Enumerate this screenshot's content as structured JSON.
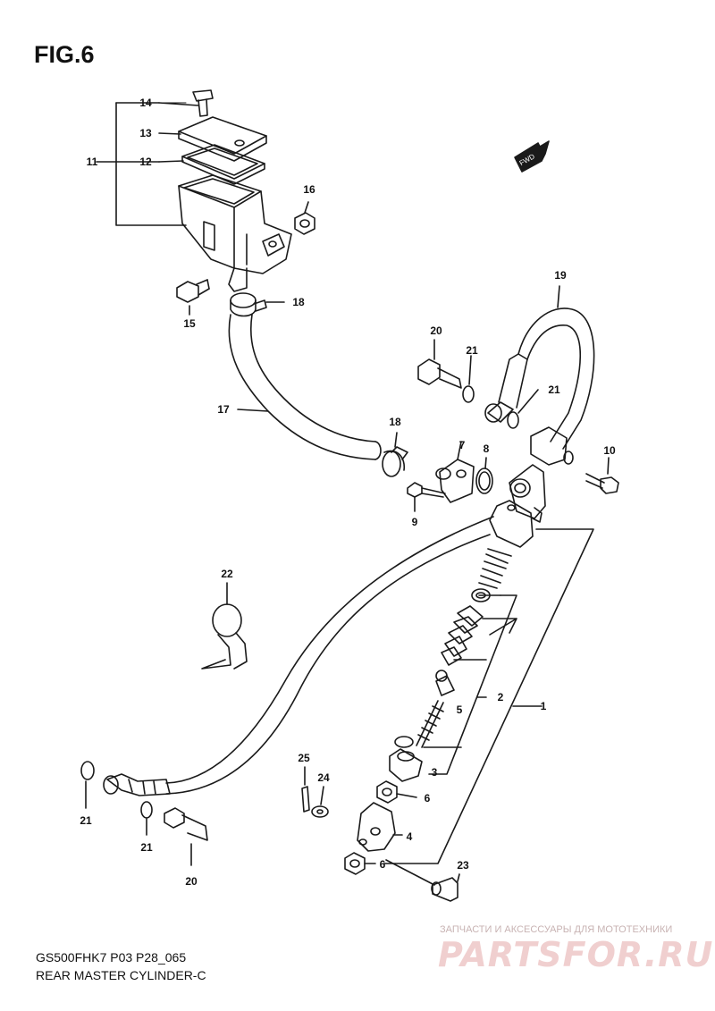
{
  "figure": {
    "title": "FIG.6"
  },
  "footer": {
    "model_code": "GS500FHK7 P03 P28_065",
    "assembly_name": "REAR MASTER CYLINDER-C"
  },
  "watermark": {
    "subtitle": "ЗАПЧАСТИ И АКСЕССУАРЫ ДЛЯ МОТОТЕХНИКИ",
    "brand": "PARTSFOR.RU"
  },
  "direction_badge": "FWD",
  "callouts": [
    "1",
    "2",
    "3",
    "4",
    "5",
    "6",
    "6",
    "7",
    "8",
    "9",
    "10",
    "11",
    "12",
    "13",
    "14",
    "15",
    "16",
    "17",
    "18",
    "18",
    "19",
    "20",
    "20",
    "21",
    "21",
    "21",
    "21",
    "22",
    "23",
    "24",
    "25"
  ],
  "colors": {
    "line": "#1a1a1a",
    "watermark": "#f0cfcf"
  }
}
